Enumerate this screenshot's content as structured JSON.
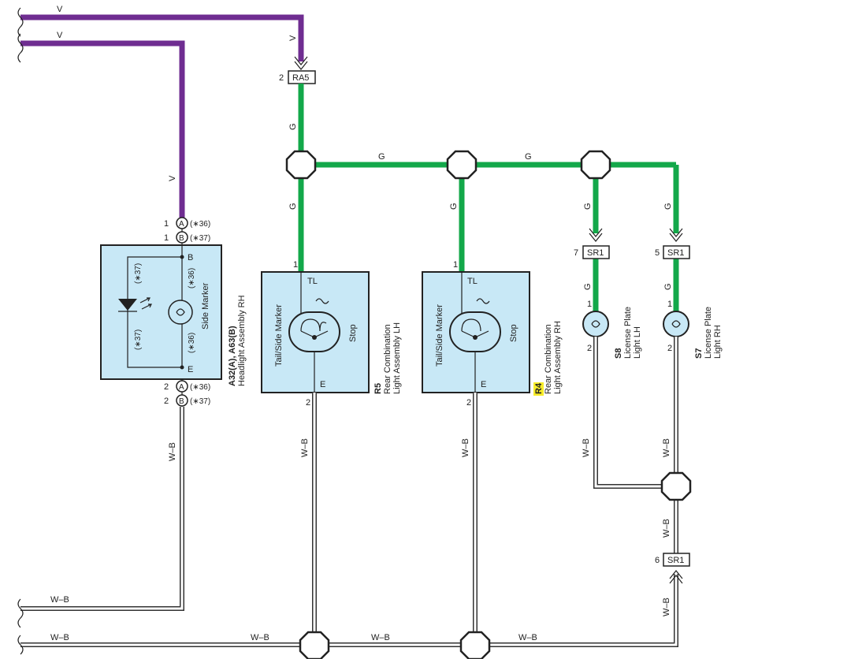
{
  "wire_colors": {
    "V": "#6f2d91",
    "G": "#13a84a",
    "WB": "#333333",
    "component_fill": "#c8e8f6",
    "highlight": "#f7ec2a"
  },
  "wires": {
    "v": "V",
    "g": "G",
    "wb": "W–B"
  },
  "connectors": {
    "ra5": {
      "code": "RA5",
      "pin": "2"
    },
    "sr1_7": {
      "code": "SR1",
      "pin": "7"
    },
    "sr1_5": {
      "code": "SR1",
      "pin": "5"
    },
    "sr1_6": {
      "code": "SR1",
      "pin": "6"
    }
  },
  "headlight": {
    "pin1": "1",
    "pin2": "2",
    "conn_a": "A",
    "conn_b": "B",
    "note36": "(∗36)",
    "note37": "(∗37)",
    "term_b": "B",
    "term_e": "E",
    "inner_label": "Side Marker",
    "code": "A32(A), A63(B)",
    "name": "Headlight Assembly RH"
  },
  "r5": {
    "pin1": "1",
    "pin2": "2",
    "term_tl": "TL",
    "term_e": "E",
    "left_label": "Tail/Side Marker",
    "right_label": "Stop",
    "code": "R5",
    "name_line1": "Rear Combination",
    "name_line2": "Light Assembly LH"
  },
  "r4": {
    "pin1": "1",
    "pin2": "2",
    "term_tl": "TL",
    "term_e": "E",
    "left_label": "Tail/Side Marker",
    "right_label": "Stop",
    "code": "R4",
    "name_line1": "Rear Combination",
    "name_line2": "Light Assembly RH"
  },
  "s8": {
    "pin1": "1",
    "pin2": "2",
    "code": "S8",
    "name_line1": "License Plate",
    "name_line2": "Light LH"
  },
  "s7": {
    "pin1": "1",
    "pin2": "2",
    "code": "S7",
    "name_line1": "License Plate",
    "name_line2": "Light RH"
  }
}
